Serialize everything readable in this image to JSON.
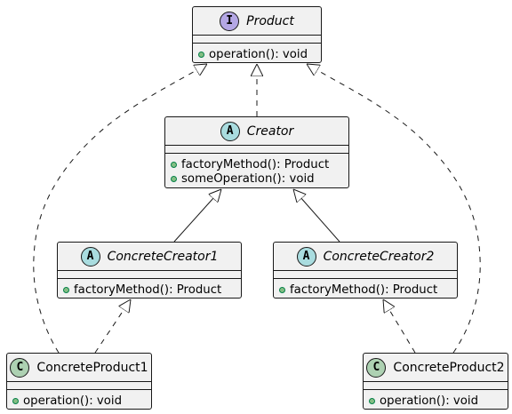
{
  "colors": {
    "node_fill": "#f1f1f1",
    "node_border": "#181818",
    "interface_badge": "#b4a7e5",
    "abstract_badge": "#a9dcdf",
    "class_badge": "#add1b2",
    "public_marker": "#84be84"
  },
  "nodes": {
    "product": {
      "kind": "interface",
      "badge": "I",
      "badge_color": "#b4a7e5",
      "title": "Product",
      "members": [
        "operation(): void"
      ]
    },
    "creator": {
      "kind": "abstract",
      "badge": "A",
      "badge_color": "#a9dcdf",
      "title": "Creator",
      "members": [
        "factoryMethod(): Product",
        "someOperation(): void"
      ]
    },
    "concrete_creator1": {
      "kind": "abstract",
      "badge": "A",
      "badge_color": "#a9dcdf",
      "title": "ConcreteCreator1",
      "members": [
        "factoryMethod(): Product"
      ]
    },
    "concrete_creator2": {
      "kind": "abstract",
      "badge": "A",
      "badge_color": "#a9dcdf",
      "title": "ConcreteCreator2",
      "members": [
        "factoryMethod(): Product"
      ]
    },
    "concrete_product1": {
      "kind": "class",
      "badge": "C",
      "badge_color": "#add1b2",
      "title": "ConcreteProduct1",
      "members": [
        "operation(): void"
      ]
    },
    "concrete_product2": {
      "kind": "class",
      "badge": "C",
      "badge_color": "#add1b2",
      "title": "ConcreteProduct2",
      "members": [
        "operation(): void"
      ]
    }
  },
  "edges": [
    {
      "from": "creator",
      "to": "product",
      "type": "realization"
    },
    {
      "from": "concrete_creator1",
      "to": "creator",
      "type": "generalization"
    },
    {
      "from": "concrete_creator2",
      "to": "creator",
      "type": "generalization"
    },
    {
      "from": "concrete_product1",
      "to": "concrete_creator1",
      "type": "realization"
    },
    {
      "from": "concrete_product2",
      "to": "concrete_creator2",
      "type": "realization"
    },
    {
      "from": "concrete_product1",
      "to": "product",
      "type": "realization"
    },
    {
      "from": "concrete_product2",
      "to": "product",
      "type": "realization"
    }
  ]
}
